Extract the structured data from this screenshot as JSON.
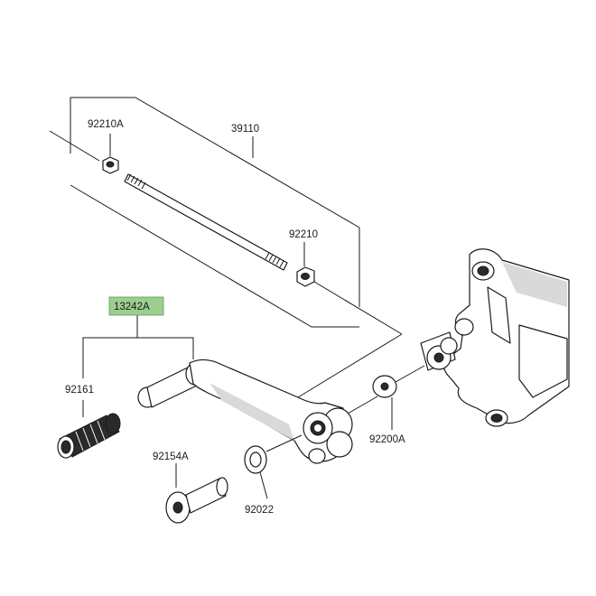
{
  "colors": {
    "highlight": "#9ccf8f",
    "line": "#1a1a1a",
    "background": "#ffffff"
  },
  "parts": {
    "p92210A": "92210A",
    "p39110": "39110",
    "p92210": "92210",
    "p13242A": "13242A",
    "p92161": "92161",
    "p92154A": "92154A",
    "p92022": "92022",
    "p92200A": "92200A"
  }
}
